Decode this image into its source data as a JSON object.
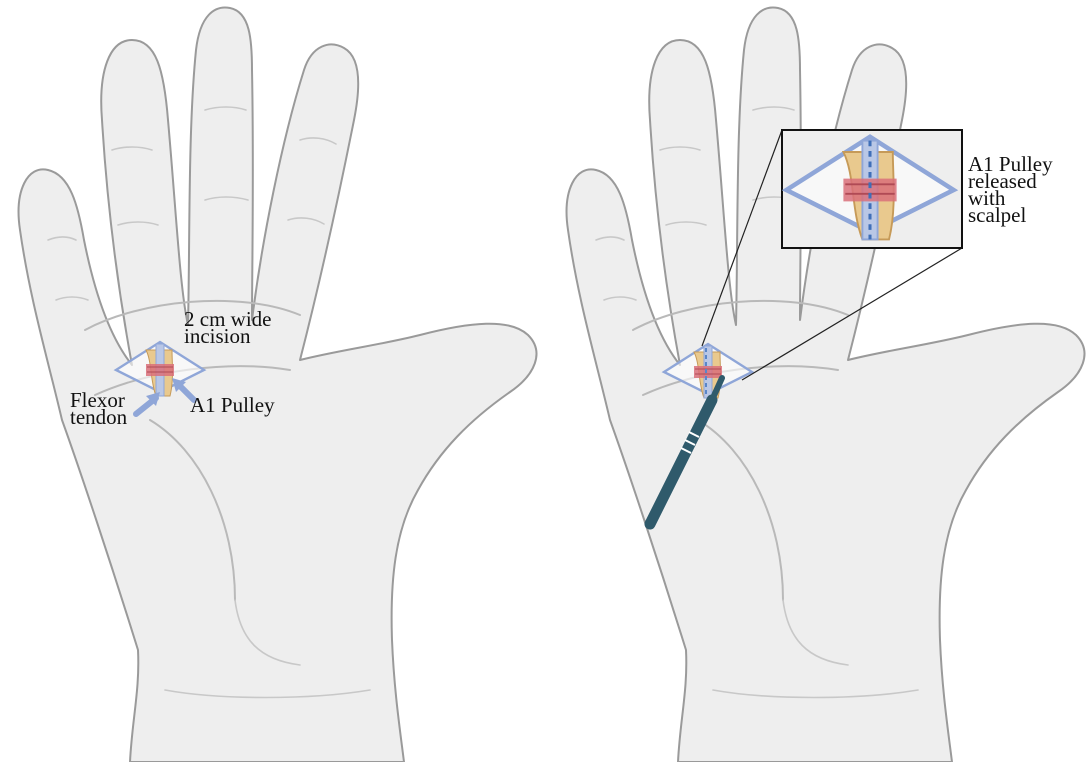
{
  "colors": {
    "skin": "#eeeeee",
    "outline": "#9a9a9a",
    "incision": "#8fa6d8",
    "pulley": "#d9707a",
    "bone": "#e9c98e",
    "tendon": "#b9c7e6",
    "scalpel": "#2f5a6b",
    "label_text": "#111111"
  },
  "left_panel": {
    "incision_label": "2 cm wide\nincision",
    "tendon_label": "Flexor\ntendon",
    "pulley_label": "A1 Pulley"
  },
  "right_panel": {
    "release_label": "A1 Pulley\nreleased\nwith\nscalpel"
  },
  "icons": [
    "hand-illustration",
    "scalpel-icon",
    "zoom-inset"
  ]
}
